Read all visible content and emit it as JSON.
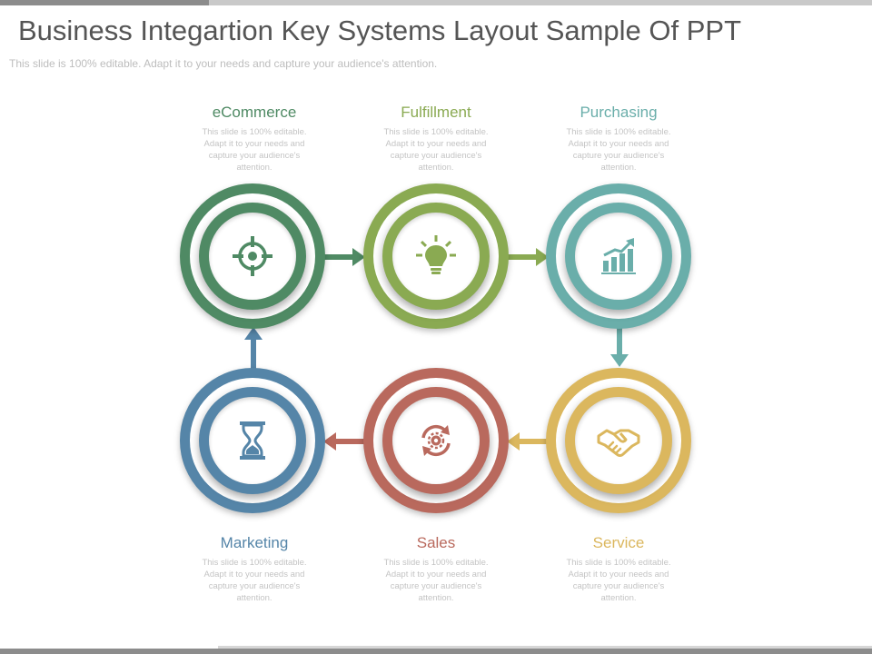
{
  "header": {
    "title": "Business Integartion Key Systems Layout Sample Of PPT",
    "subtitle": "This slide is 100% editable. Adapt it to your needs and capture your audience's attention."
  },
  "nodes": [
    {
      "label": "eCommerce",
      "description": "This slide is 100% editable. Adapt it to your needs and capture your audience's attention.",
      "color": "#4f8a64",
      "icon": "target-icon"
    },
    {
      "label": "Fulfillment",
      "description": "This slide is 100% editable. Adapt it to your needs and capture your audience's attention.",
      "color": "#8aaa52",
      "icon": "lightbulb-icon"
    },
    {
      "label": "Purchasing",
      "description": "This slide is 100% editable. Adapt it to your needs and capture your audience's attention.",
      "color": "#6aaeaa",
      "icon": "growth-chart-icon"
    },
    {
      "label": "Service",
      "description": "This slide is 100% editable. Adapt it to your needs and capture your audience's attention.",
      "color": "#dbb75e",
      "icon": "handshake-icon"
    },
    {
      "label": "Sales",
      "description": "This slide is 100% editable. Adapt it to your needs and capture your audience's attention.",
      "color": "#b9695d",
      "icon": "gear-cycle-icon"
    },
    {
      "label": "Marketing",
      "description": "This slide is 100% editable. Adapt it to your needs and capture your audience's attention.",
      "color": "#5585a8",
      "icon": "hourglass-icon"
    }
  ],
  "flow": [
    "eCommerce",
    "Fulfillment",
    "Purchasing",
    "Service",
    "Sales",
    "Marketing",
    "eCommerce"
  ]
}
